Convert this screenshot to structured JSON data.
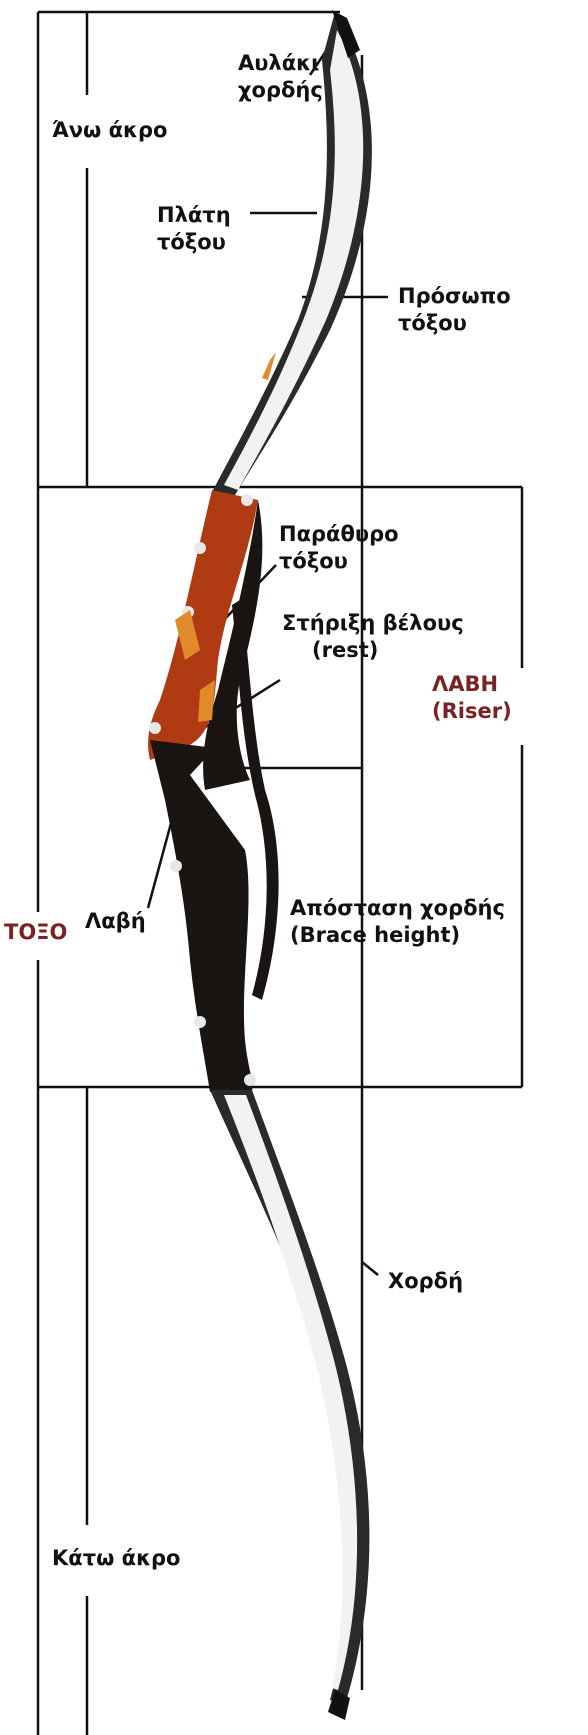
{
  "labels": {
    "string_groove": [
      "Αυλάκι",
      "χορδής"
    ],
    "upper_limb": "Άνω άκρο",
    "bow_back": [
      "Πλάτη",
      "τόξου"
    ],
    "bow_face": [
      "Πρόσωπο",
      "τόξου"
    ],
    "sight_window": [
      "Παράθυρο",
      "τόξου"
    ],
    "arrow_rest": [
      "Στήριξη βέλους",
      "(rest)"
    ],
    "riser": [
      "ΛΑΒΗ",
      "(Riser)"
    ],
    "bow": "ΤΟΞΟ",
    "brace_height": [
      "Απόσταση χορδής",
      "(Brace height)"
    ],
    "grip": "Λαβή",
    "string": "Χορδή",
    "lower_limb": "Κάτω άκρο"
  },
  "colors": {
    "line": "#111111",
    "label_text": "#111111",
    "accent_text": "#7a2222",
    "riser_dark": "#1a1512",
    "riser_pattern": "#b03a12",
    "riser_highlight": "#e08a2a",
    "limb_light": "#f2f2f2",
    "limb_edge": "#2a2a2a"
  }
}
